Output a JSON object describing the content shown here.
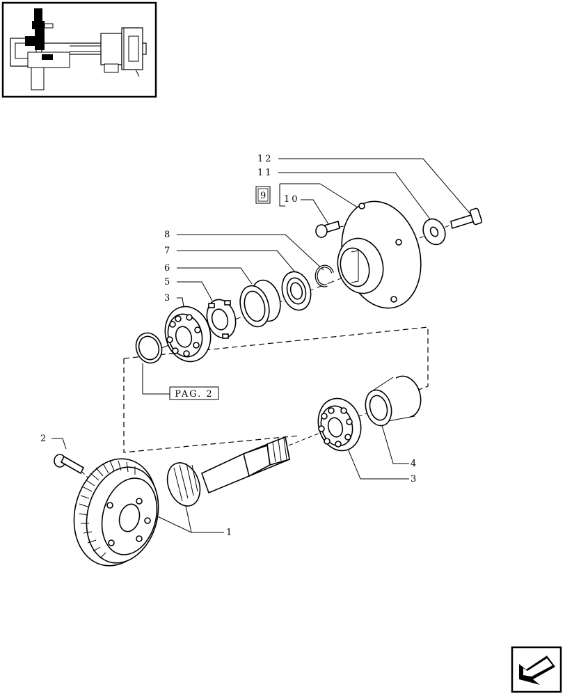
{
  "callouts": {
    "c12": "12",
    "c11": "11",
    "c9": "9",
    "c10": "10",
    "c8": "8",
    "c7": "7",
    "c6": "6",
    "c5": "5",
    "c3a": "3",
    "c2": "2",
    "c1": "1",
    "c4": "4",
    "c3b": "3"
  },
  "page_ref": "PAG. 2",
  "icons": {
    "thumbnail": "axle-assembly-thumbnail-icon",
    "nav": "back-arrow-icon"
  }
}
